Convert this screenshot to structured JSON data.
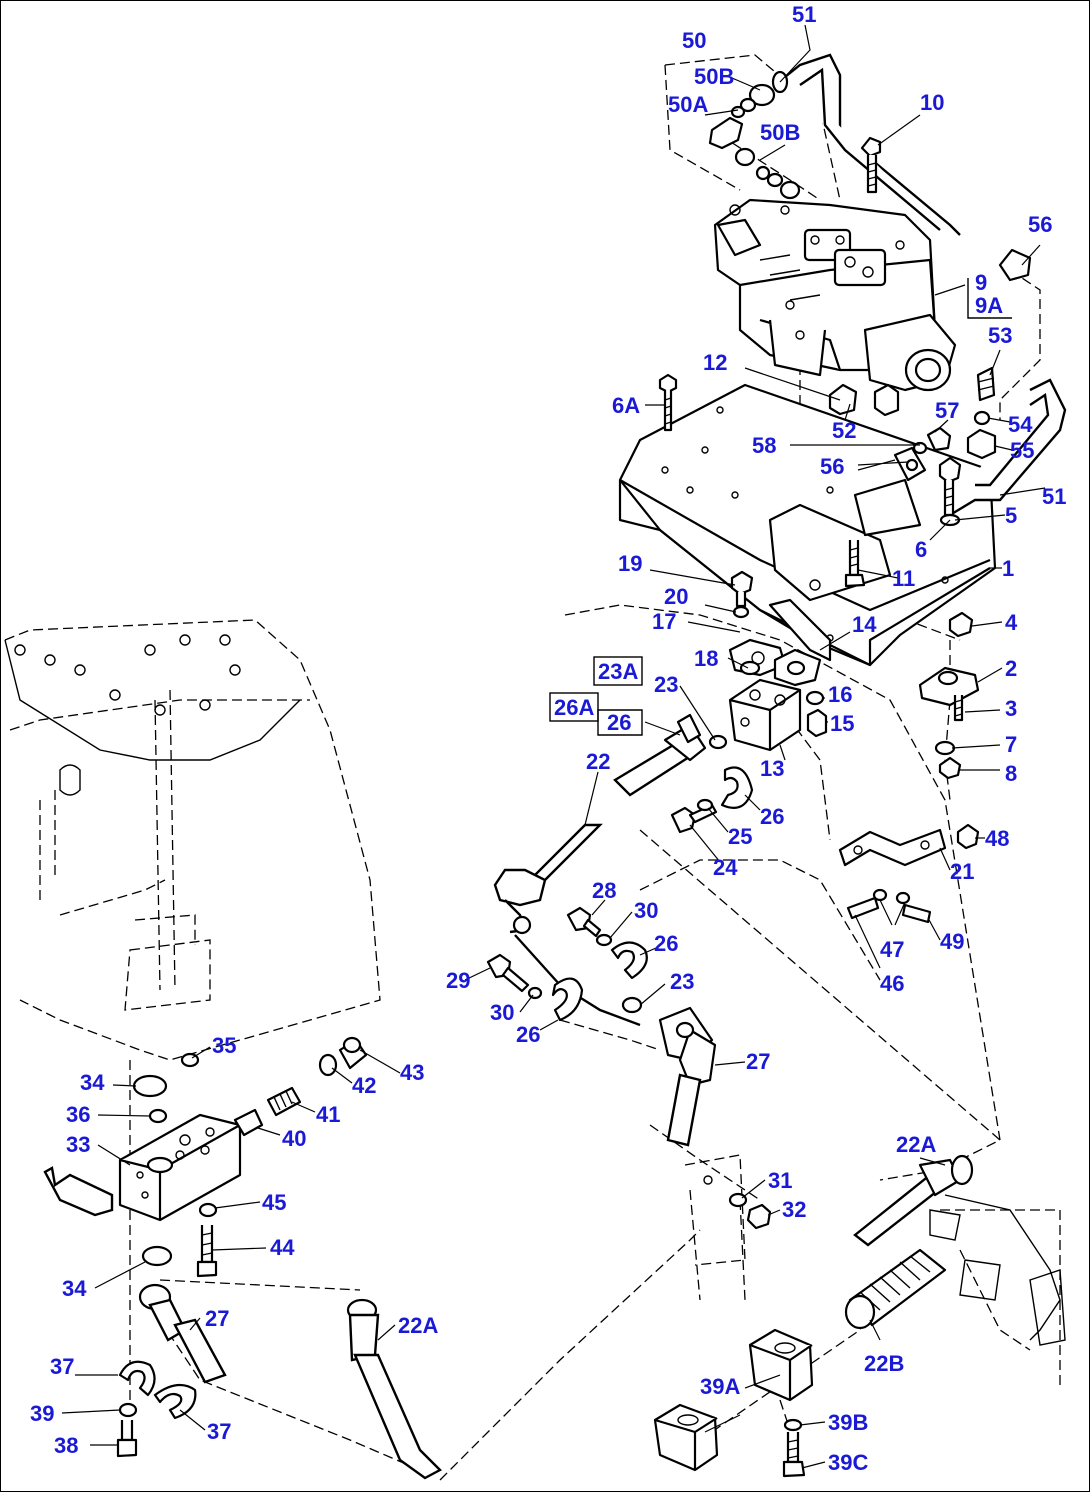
{
  "diagram": {
    "callouts": {
      "p51_top": "51",
      "p50": "50",
      "p50B_top": "50B",
      "p50A": "50A",
      "p50B_mid": "50B",
      "p10": "10",
      "p56_top": "56",
      "p9": "9",
      "p9A": "9A",
      "p53": "53",
      "p12": "12",
      "p6A": "6A",
      "p57": "57",
      "p54": "54",
      "p52": "52",
      "p58": "58",
      "p55": "55",
      "p56_mid": "56",
      "p51_right": "51",
      "p5": "5",
      "p6": "6",
      "p19": "19",
      "p11": "11",
      "p1": "1",
      "p20": "20",
      "p4": "4",
      "p17": "17",
      "p14": "14",
      "p18": "18",
      "p2": "2",
      "p23A": "23A",
      "p23_top": "23",
      "p16": "16",
      "p26A": "26A",
      "p26_top": "26",
      "p15": "15",
      "p3": "3",
      "p7": "7",
      "p13": "13",
      "p8": "8",
      "p22": "22",
      "p26_mid": "26",
      "p25": "25",
      "p48": "48",
      "p24": "24",
      "p21": "21",
      "p28": "28",
      "p30_top": "30",
      "p26_low": "26",
      "p23_low": "23",
      "p47": "47",
      "p49": "49",
      "p29": "29",
      "p46": "46",
      "p30_low": "30",
      "p26_bottom": "26",
      "p35": "35",
      "p43": "43",
      "p34_top": "34",
      "p42": "42",
      "p27_mid": "27",
      "p36": "36",
      "p41": "41",
      "p33": "33",
      "p40": "40",
      "p22A_right": "22A",
      "p31": "31",
      "p45": "45",
      "p32": "32",
      "p44": "44",
      "p34_low": "34",
      "p27_low": "27",
      "p22A_left": "22A",
      "p37_top": "37",
      "p22B": "22B",
      "p39A": "39A",
      "p39": "39",
      "p37_low": "37",
      "p39B": "39B",
      "p38": "38",
      "p39C": "39C"
    }
  }
}
